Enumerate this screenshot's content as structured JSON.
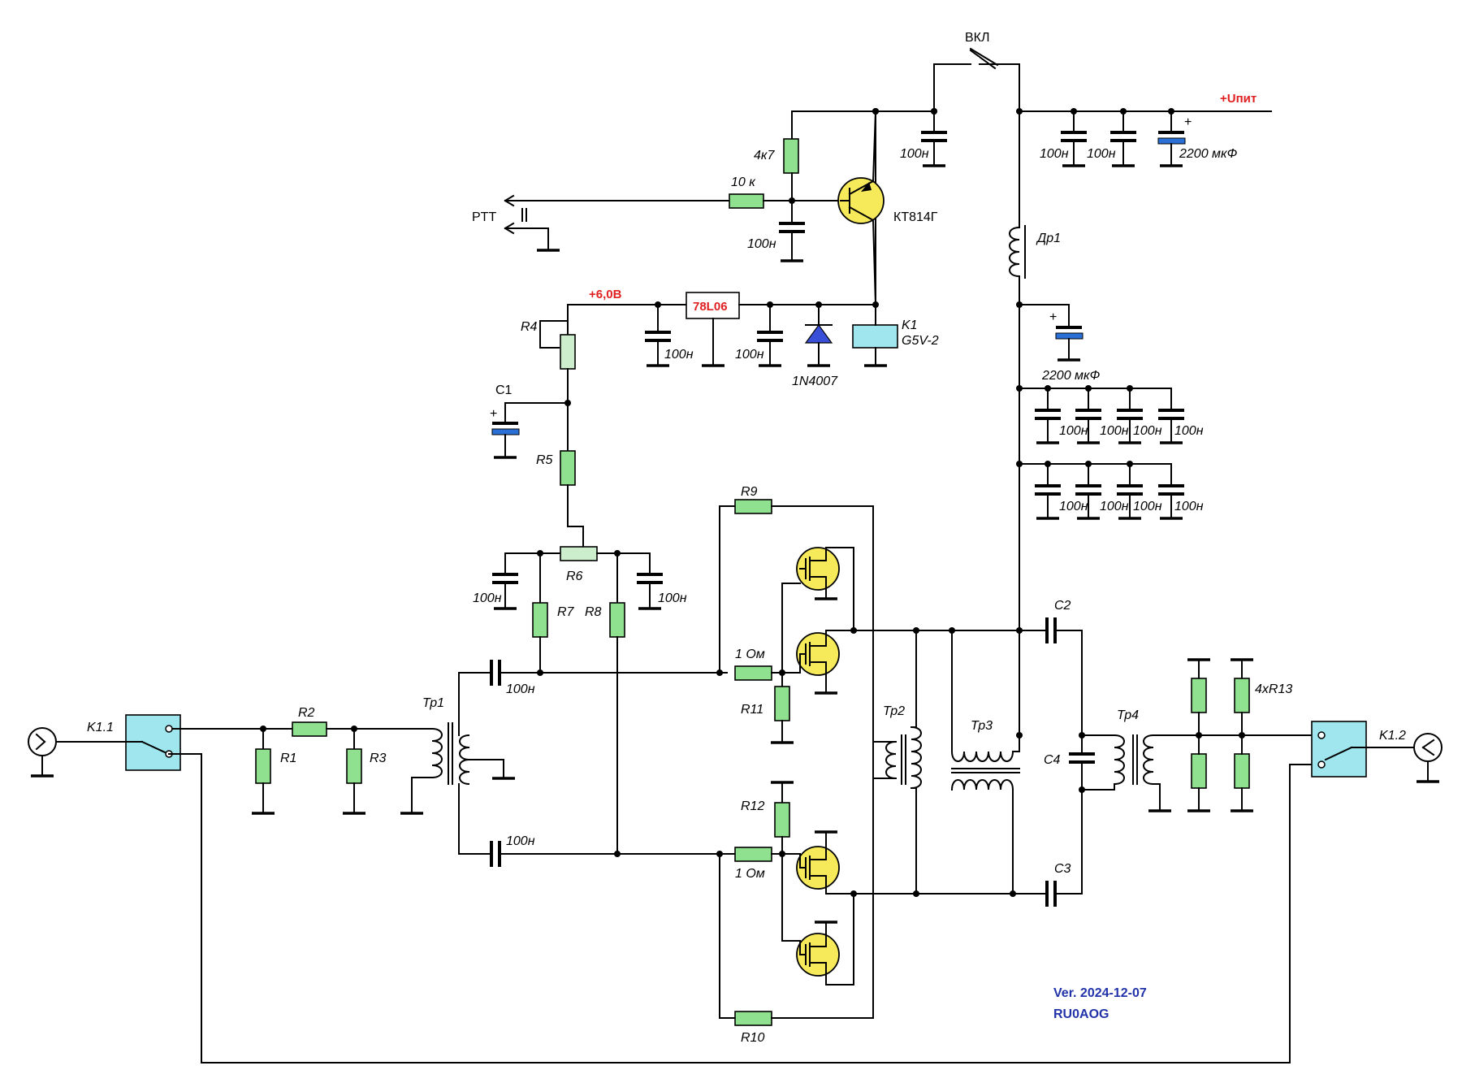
{
  "labels": {
    "vkl": "ВКЛ",
    "upit": "+Uпит",
    "ptt": "PTT",
    "r_4k7": "4к7",
    "r_10k": "10 к",
    "transistor": "КТ814Г",
    "c_100n": "100н",
    "c_2200": "2200 мкФ",
    "dr1": "Др1",
    "v6": "+6,0В",
    "reg": "78L06",
    "k1": "K1",
    "k1_type": "G5V-2",
    "diode": "1N4007",
    "r4": "R4",
    "c1": "C1",
    "r5": "R5",
    "r6": "R6",
    "r7": "R7",
    "r8": "R8",
    "r9": "R9",
    "r10": "R10",
    "r11": "R11",
    "r12": "R12",
    "r_1om": "1 Ом",
    "tp1": "Тр1",
    "tp2": "Тр2",
    "tp3": "Тр3",
    "tp4": "Тр4",
    "c2": "C2",
    "c3": "C3",
    "c4": "C4",
    "r1": "R1",
    "r2": "R2",
    "r3": "R3",
    "k11": "K1.1",
    "k12": "K1.2",
    "r13": "4xR13",
    "version": "Ver. 2024-12-07",
    "author": "RU0AOG"
  },
  "colors": {
    "resistor": "#8fe08f",
    "transistor": "#f6ea5a",
    "relay": "#9fe6ef",
    "electrolytic": "#2a6fd6",
    "accent_red": "#e02020",
    "accent_blue": "#2233aa"
  }
}
